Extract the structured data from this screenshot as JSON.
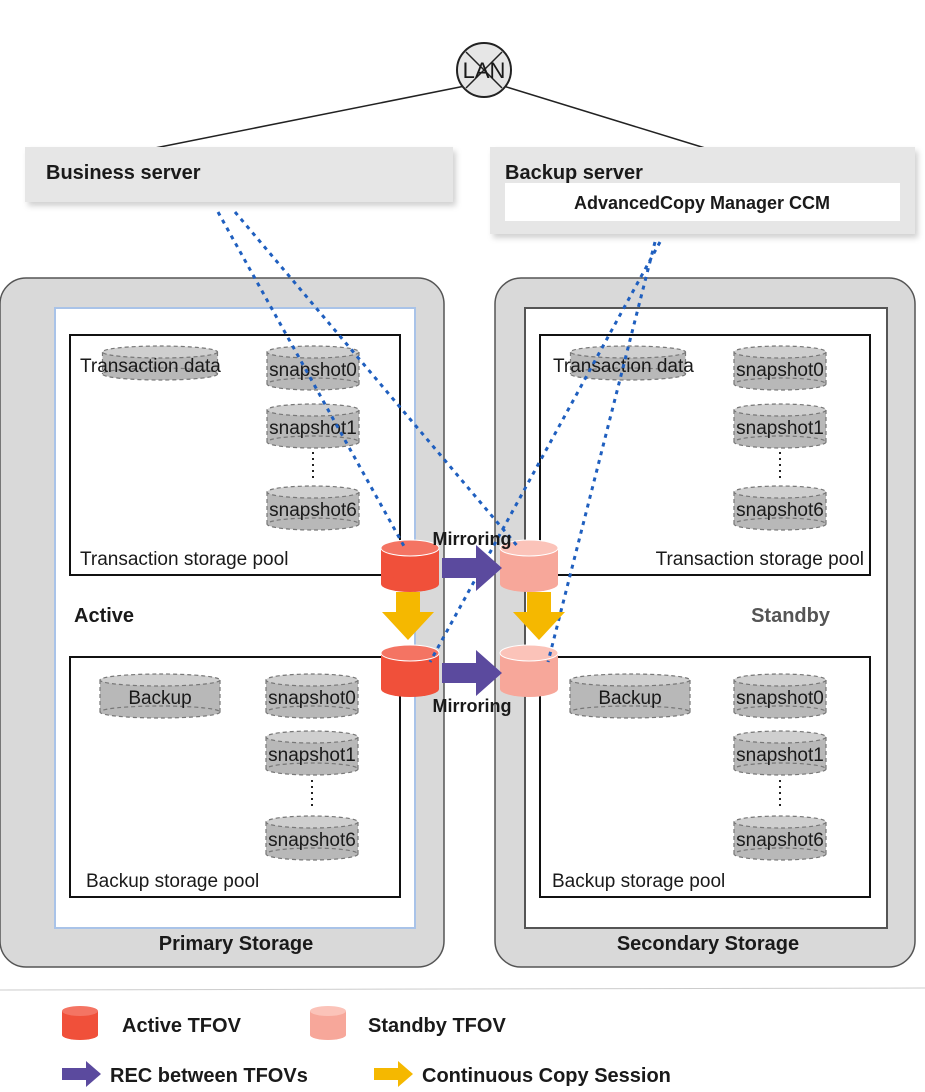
{
  "lan": {
    "label": "LAN"
  },
  "servers": {
    "business": {
      "title": "Business server"
    },
    "backup": {
      "title": "Backup server",
      "software": "AdvancedCopy Manager CCM"
    }
  },
  "primary": {
    "title": "Primary Storage",
    "state": "Active",
    "transaction_pool": {
      "label": "Transaction storage pool",
      "data": "Transaction data",
      "snapshots": [
        "snapshot0",
        "snapshot1",
        "snapshot6"
      ]
    },
    "backup_pool": {
      "label": "Backup storage pool",
      "data": "Backup",
      "snapshots": [
        "snapshot0",
        "snapshot1",
        "snapshot6"
      ]
    }
  },
  "secondary": {
    "title": "Secondary Storage",
    "state": "Standby",
    "transaction_pool": {
      "label": "Transaction storage pool",
      "data": "Transaction data",
      "snapshots": [
        "snapshot0",
        "snapshot1",
        "snapshot6"
      ]
    },
    "backup_pool": {
      "label": "Backup storage pool",
      "data": "Backup",
      "snapshots": [
        "snapshot0",
        "snapshot1",
        "snapshot6"
      ]
    }
  },
  "mirroring": {
    "top": "Mirroring",
    "bottom": "Mirroring"
  },
  "legend": {
    "active_tfov": "Active TFOV",
    "standby_tfov": "Standby TFOV",
    "rec": "REC between TFOVs",
    "continuous_copy": "Continuous Copy Session"
  },
  "colors": {
    "active_tfov": "#f0503a",
    "standby_tfov": "#f7a79a",
    "rec_arrow": "#5b4a9e",
    "copy_arrow": "#f5b800",
    "dotted_line": "#1f5fbf",
    "storage_bg": "#d9d9d9",
    "server_bg": "#e6e6e6",
    "disk_gray": "#b8b8b8"
  }
}
